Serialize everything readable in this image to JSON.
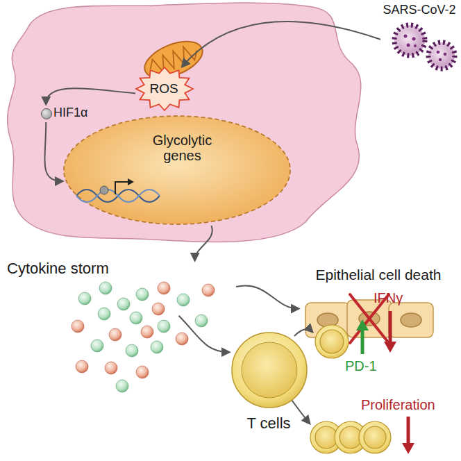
{
  "diagram": {
    "nodes": [
      {
        "text": [
          "SARS-CoV-2"
        ]
      },
      {
        "text": [
          "ROS"
        ]
      },
      {
        "text": [
          "HIF1α"
        ]
      },
      {
        "text": [
          "Glycolytic genes"
        ]
      },
      {
        "text": [
          "Cytokine storm"
        ]
      },
      {
        "text": [
          "Epithelial cell death"
        ]
      },
      {
        "text": [
          "T cells"
        ]
      }
    ],
    "edges": [
      {
        "from": 0,
        "to": 1,
        "arrow": "to"
      },
      {
        "from": 1,
        "to": 2,
        "arrow": "to"
      },
      {
        "from": 2,
        "to": 3,
        "arrow": "to"
      },
      {
        "from": 3,
        "to": 4,
        "arrow": "to"
      },
      {
        "from": 4,
        "to": 5,
        "arrow": "to"
      },
      {
        "from": 4,
        "to": 6,
        "arrow": "to"
      }
    ],
    "labels": [
      "IFNγ",
      "PD-1",
      "Proliferation"
    ]
  }
}
